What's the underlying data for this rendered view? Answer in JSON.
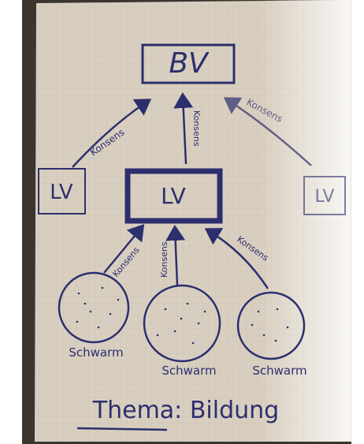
{
  "colors": {
    "ink": "#2c2f6e",
    "paper": "#d9cfc0",
    "grid": "#c8bcae",
    "background_dark": "#3b3530"
  },
  "board": {
    "top_box": "BV",
    "middle_boxes": [
      "LV",
      "LV",
      "LV"
    ],
    "arrow_labels_upper": [
      "Konsens",
      "Konsens",
      "Konsens"
    ],
    "arrow_labels_lower": [
      "Konsens",
      "Konsens",
      "Konsens"
    ],
    "swarms": [
      "Schwarm",
      "Schwarm",
      "Schwarm"
    ],
    "theme": "Thema: Bildung"
  }
}
